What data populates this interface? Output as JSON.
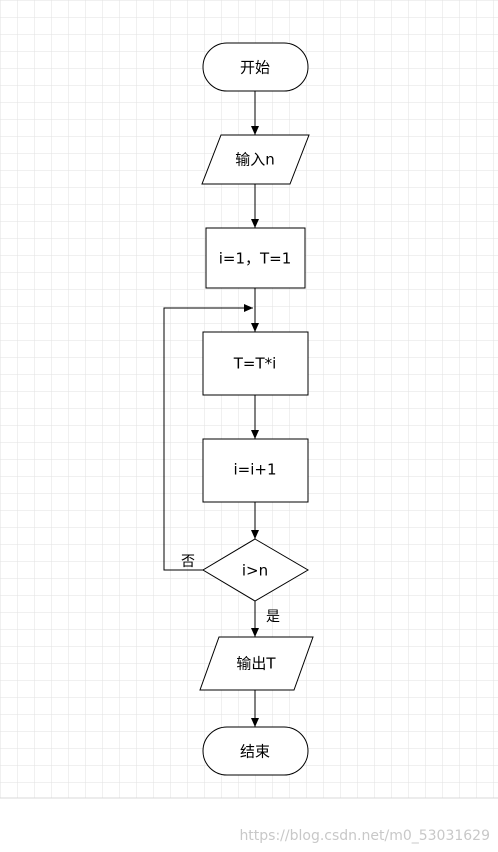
{
  "diagram": {
    "nodes": {
      "start": "开始",
      "input": "输入n",
      "init": "i=1，T=1",
      "multiply": "T=T*i",
      "increment": "i=i+1",
      "condition": "i>n",
      "output": "输出T",
      "end": "结束"
    },
    "edge_labels": {
      "no": "否",
      "yes": "是"
    }
  },
  "watermark": "https://blog.csdn.net/m0_53031629"
}
